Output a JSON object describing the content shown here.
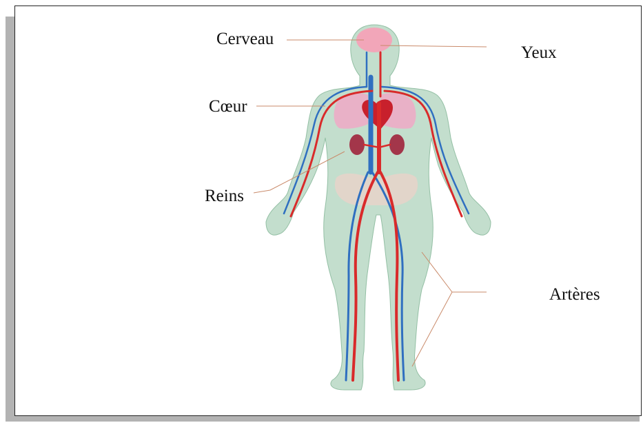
{
  "labels": {
    "brain": "Cerveau",
    "eyes": "Yeux",
    "heart": "Cœur",
    "kidneys": "Reins",
    "arteries": "Artères"
  },
  "colors": {
    "body": "#b9d8c4",
    "body_outline": "#93bfa4",
    "artery": "#d92a2a",
    "vein": "#2f6fc0",
    "lungs": "#f0a9c6",
    "brain": "#f2a6b9",
    "heart": "#c8202c",
    "kidney": "#a3364a",
    "pelvis": "#ead2c9",
    "leader_line": "#c98a6a"
  }
}
